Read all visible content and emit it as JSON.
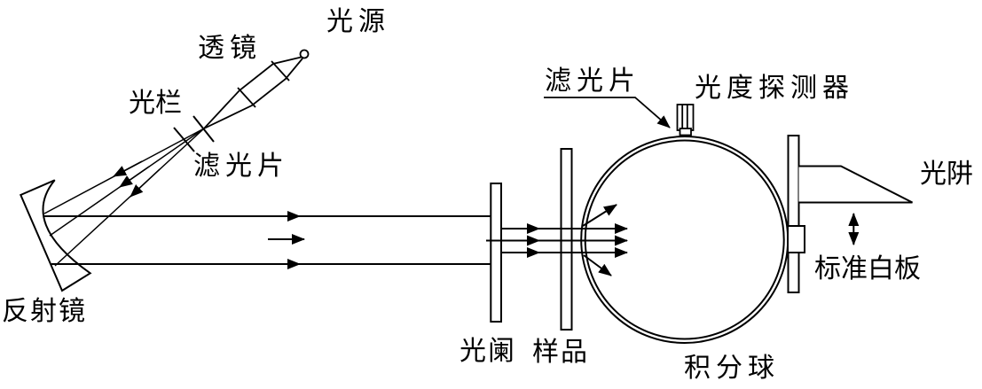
{
  "figure": {
    "background_color": "#ffffff",
    "line_color": "#000000",
    "components": {
      "light_source": {
        "label": "光源"
      },
      "lens": {
        "label": "透镜"
      },
      "small_aperture": {
        "label": "光栏"
      },
      "filter_source_side": {
        "label": "滤光片"
      },
      "mirror": {
        "label": "反射镜"
      },
      "aperture_stop": {
        "label": "光阑"
      },
      "sample": {
        "label": "样品"
      },
      "filter_detector_side": {
        "label": "滤光片"
      },
      "photodetector": {
        "label": "光度探测器"
      },
      "light_trap": {
        "label": "光阱"
      },
      "standard_white_board": {
        "label": "标准白板"
      },
      "integrating_sphere": {
        "label": "积分球"
      }
    }
  }
}
